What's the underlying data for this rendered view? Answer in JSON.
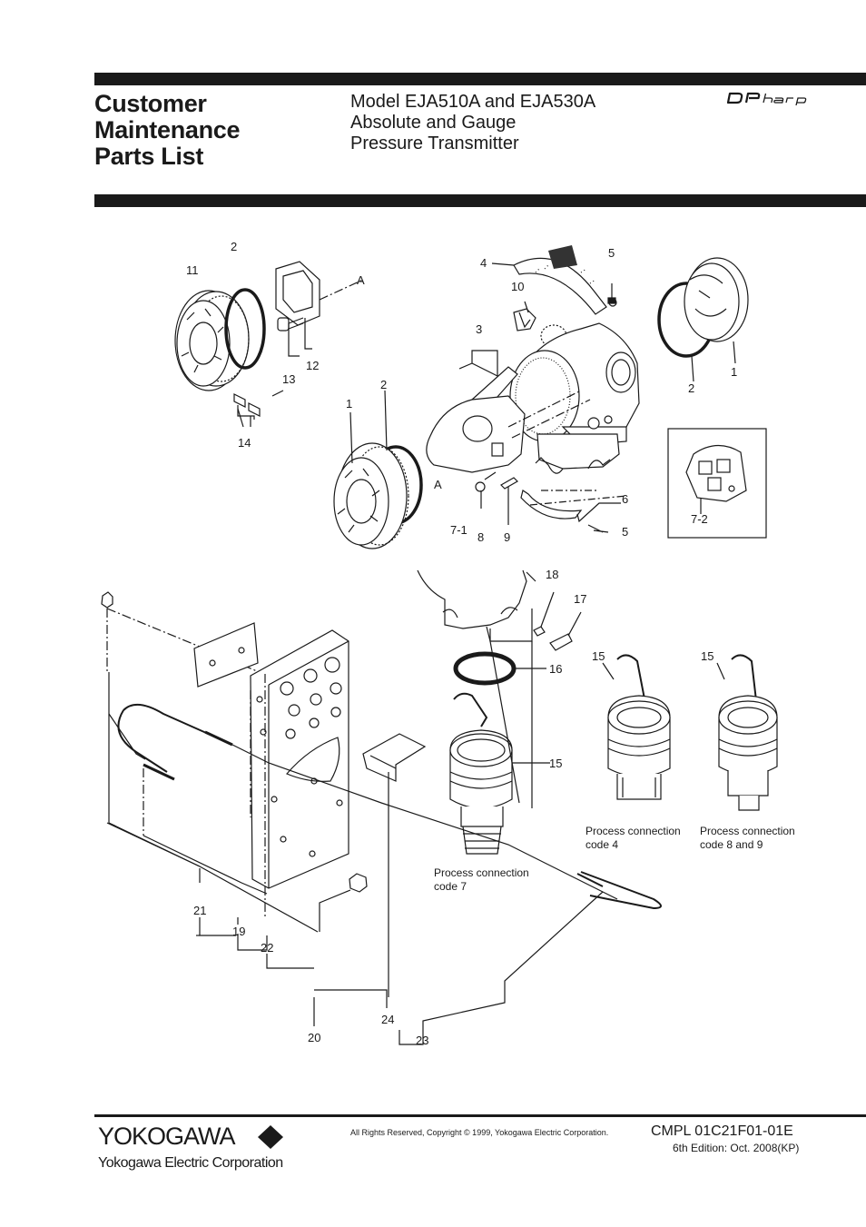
{
  "header": {
    "title_lines": [
      "Customer",
      "Maintenance",
      "Parts List"
    ],
    "model_lines": [
      "Model EJA510A and EJA530A",
      "Absolute and Gauge",
      "Pressure Transmitter"
    ],
    "brand_logo": "DPharp"
  },
  "drawing": {
    "part_labels": {
      "p1a": "1",
      "p1b": "1",
      "p2a": "2",
      "p2b": "2",
      "p2c": "2",
      "p3": "3",
      "p4": "4",
      "p5a": "5",
      "p5b": "5",
      "p6": "6",
      "p7_1": "7-1",
      "p7_2": "7-2",
      "p8": "8",
      "p9": "9",
      "p10": "10",
      "p11": "11",
      "p12": "12",
      "p13": "13",
      "p14": "14",
      "p15a": "15",
      "p15b": "15",
      "p15c": "15",
      "p16": "16",
      "p17": "17",
      "p18": "18",
      "p19": "19",
      "p20": "20",
      "p21": "21",
      "p22": "22",
      "p23": "23",
      "p24": "24",
      "refA1": "A",
      "refA2": "A"
    },
    "captions": {
      "code4_l1": "Process connection",
      "code4_l2": "code 4",
      "code89_l1": "Process connection",
      "code89_l2": "code 8 and 9",
      "code7_l1": "Process connection",
      "code7_l2": "code 7"
    }
  },
  "footer": {
    "company_logo": "YOKOGAWA",
    "company_name": "Yokogawa Electric Corporation",
    "copyright": "All Rights Reserved, Copyright © 1999, Yokogawa Electric Corporation.",
    "document_number": "CMPL 01C21F01-01E",
    "edition": "6th Edition: Oct. 2008(KP)"
  }
}
